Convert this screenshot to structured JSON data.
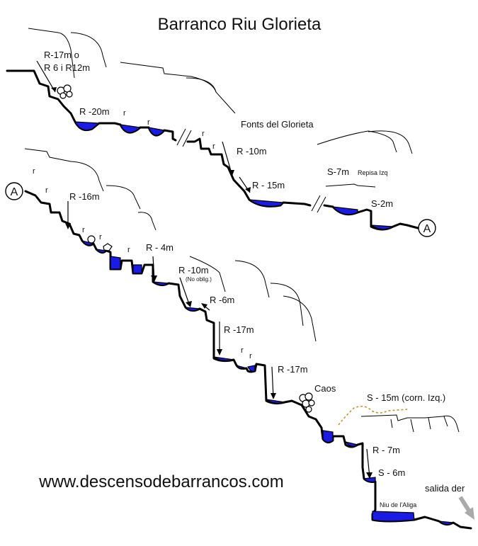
{
  "title": "Barranco Riu Glorieta",
  "website": "www.descensodebarrancos.com",
  "connector_label": "A",
  "labels": {
    "r17": "R-17m o",
    "r6": "R 6 i R12m",
    "r20": "R -20m",
    "r": "r",
    "fonts": "Fonts del Glorieta",
    "r10a": "R -10m",
    "r15": "R - 15m",
    "s7": "S-7m",
    "repisa": "Repisa Izq",
    "s2": "S-2m",
    "r16": "R -16m",
    "r4": "R - 4m",
    "r10b": "R -10m",
    "noblig": "(No oblig.)",
    "r6b": "R -6m",
    "r17b": "R -17m",
    "r17c": "R -17m",
    "caos": "Caos",
    "s15": "S - 15m (corn. Izq.)",
    "r7": "R - 7m",
    "s6": "S - 6m",
    "niu": "Niu de l'Aliga",
    "salida": "salida der"
  },
  "colors": {
    "water": "#1b1be6",
    "line": "#000000",
    "dotted_path": "#c8902a",
    "exit_arrow": "#aaaaaa"
  }
}
